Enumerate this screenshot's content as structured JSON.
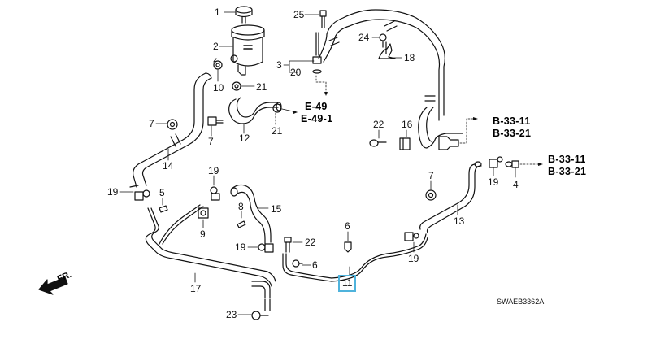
{
  "diagram": {
    "title": "Power steering hoses and pipes parts diagram",
    "diagram_code": "SWAEB3362A",
    "front_indicator": "FR.",
    "highlight_color": "#4fb3dc",
    "highlighted_part": "11",
    "callouts": {
      "c1": "1",
      "c2": "2",
      "c3": "3",
      "c20": "20",
      "c25": "25",
      "c24": "24",
      "c18": "18",
      "c10": "10",
      "c21a": "21",
      "c21b": "21",
      "c7a": "7",
      "c7b": "7",
      "c12": "12",
      "c14": "14",
      "c22a": "22",
      "c16": "16",
      "c19a": "19",
      "c19b": "19",
      "c5": "5",
      "c9": "9",
      "c8": "8",
      "c15": "15",
      "c19c": "19",
      "c22b": "22",
      "c6a": "6",
      "c6b": "6",
      "c17": "17",
      "c23": "23",
      "c11": "11",
      "c19d": "19",
      "c7c": "7",
      "c13": "13",
      "c19e": "19",
      "c4": "4"
    },
    "references": {
      "e_group": [
        "E-49",
        "E-49-1"
      ],
      "b_group_upper": [
        "B-33-11",
        "B-33-21"
      ],
      "b_group_right": [
        "B-33-11",
        "B-33-21"
      ]
    }
  }
}
